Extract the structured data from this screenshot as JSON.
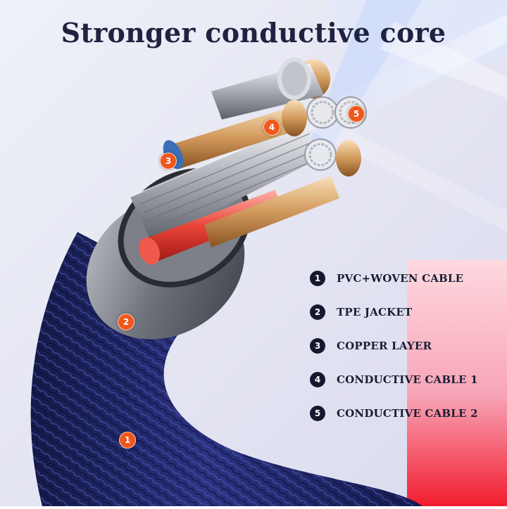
{
  "title": "Stronger conductive core",
  "legend": [
    {
      "number": "1",
      "label": "PVC+WOVEN CABLE"
    },
    {
      "number": "2",
      "label": "TPE JACKET"
    },
    {
      "number": "3",
      "label": "COPPER LAYER"
    },
    {
      "number": "4",
      "label": "CONDUCTIVE CABLE 1"
    },
    {
      "number": "5",
      "label": "CONDUCTIVE CABLE 2"
    }
  ],
  "markers": [
    "1",
    "2",
    "3",
    "4",
    "5"
  ],
  "colors": {
    "title": "#1f2340",
    "marker": "#f0571d",
    "legend_badge": "#14192e",
    "braid": "#262d6e",
    "jacket": "#8a8d96",
    "copper": "#c98a4a",
    "red_wire": "#e23b35",
    "accent_red": "#f01e2c"
  }
}
